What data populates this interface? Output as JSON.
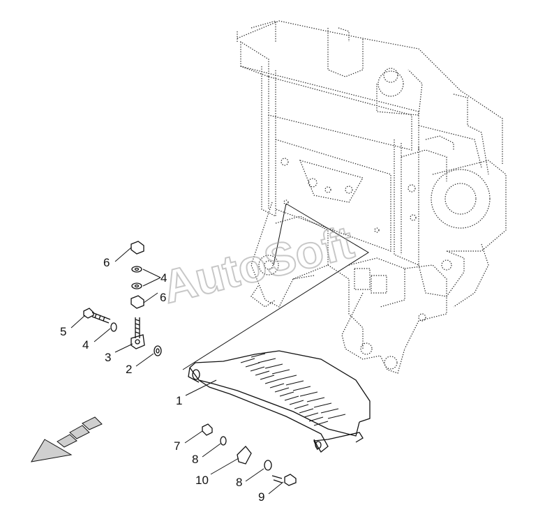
{
  "watermark": "AutoSoft",
  "callouts": {
    "c1": "1",
    "c2": "2",
    "c3": "3",
    "c4a": "4",
    "c4b": "4",
    "c5": "5",
    "c6a": "6",
    "c6b": "6",
    "c7": "7",
    "c8a": "8",
    "c8b": "8",
    "c9": "9",
    "c10": "10"
  },
  "colors": {
    "line": "#111111",
    "watermark": "#9a9a9a",
    "arrow_fill": "#cfcfcf"
  }
}
